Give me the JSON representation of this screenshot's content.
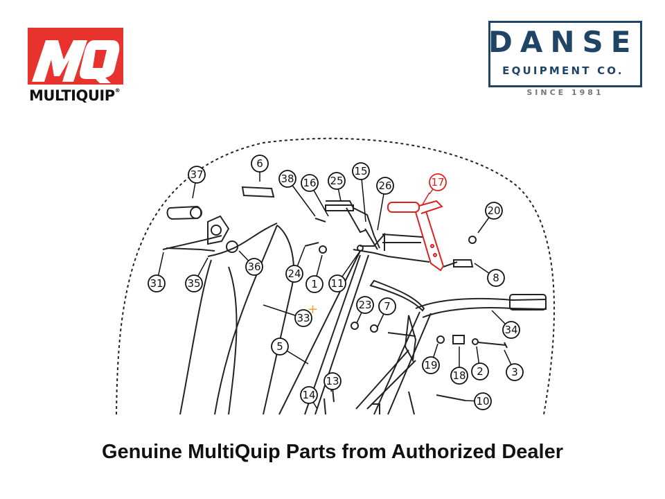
{
  "brand_left": {
    "badge_text": "MQ",
    "wordmark": "MULTIQUIP",
    "registered_mark": "®",
    "color": "#e8322d"
  },
  "brand_right": {
    "name": "DANSE",
    "subtitle": "EQUIPMENT CO.",
    "since": "SINCE 1981",
    "color": "#1f4466"
  },
  "diagram": {
    "highlight_color": "#e02020",
    "highlighted_part": "17",
    "callouts": [
      "37",
      "6",
      "38",
      "16",
      "25",
      "15",
      "26",
      "17",
      "20",
      "31",
      "35",
      "36",
      "24",
      "1",
      "11",
      "8",
      "33",
      "23",
      "7",
      "34",
      "5",
      "19",
      "18",
      "2",
      "3",
      "13",
      "14",
      "10"
    ]
  },
  "footer": {
    "caption": "Genuine MultiQuip Parts from Authorized Dealer"
  }
}
